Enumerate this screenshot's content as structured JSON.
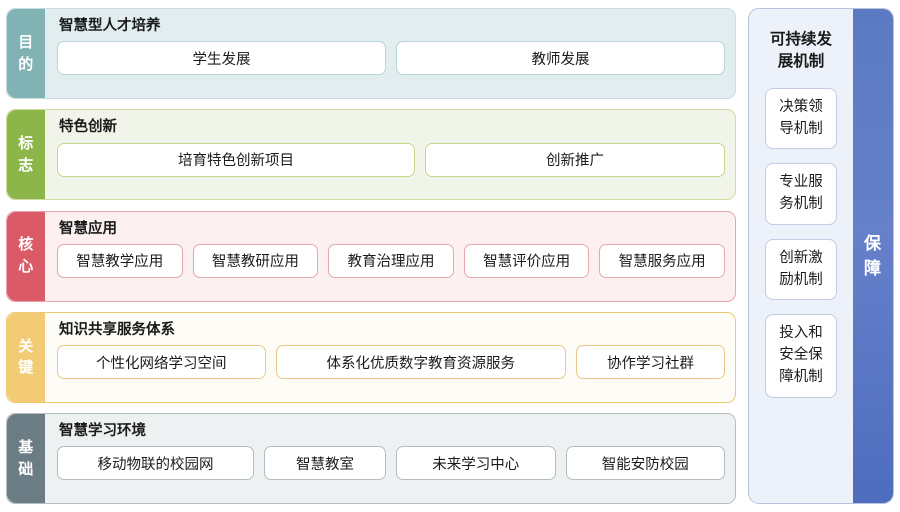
{
  "diagram": {
    "title_hidden": "",
    "layers": [
      {
        "tab_chars": [
          "目",
          "的"
        ],
        "tab_color": "#81b2b4",
        "row_bg": "#e1edef",
        "title": "智慧型人才培养",
        "chips": [
          "学生发展",
          "教师发展"
        ]
      },
      {
        "tab_chars": [
          "标",
          "志"
        ],
        "tab_color": "#8cb64a",
        "row_bg": "#f1f4e9",
        "title": "特色创新",
        "chips": [
          "培育特色创新项目",
          "创新推广"
        ]
      },
      {
        "tab_chars": [
          "核",
          "心"
        ],
        "tab_color": "#da5a68",
        "row_bg": "#fcf0f1",
        "title": "智慧应用",
        "chips": [
          "智慧教学应用",
          "智慧教研应用",
          "教育治理应用",
          "智慧评价应用",
          "智慧服务应用"
        ]
      },
      {
        "tab_chars": [
          "关",
          "键"
        ],
        "tab_color": "#f2cb74",
        "row_bg": "#fefcf6",
        "title": "知识共享服务体系",
        "chips": [
          "个性化网络学习空间",
          "体系化优质数字教育资源服务",
          "协作学习社群"
        ]
      },
      {
        "tab_chars": [
          "基",
          "础"
        ],
        "tab_color": "#6c7c85",
        "row_bg": "#eef1f1",
        "title": "智慧学习环境",
        "chips": [
          "移动物联的校园网",
          "智慧教室",
          "未来学习中心",
          "智能安防校园"
        ]
      }
    ],
    "right_column": {
      "title": "可持续发\n展机制",
      "accent_color": "#5c7ac4",
      "mechanisms": [
        "决策领\n导机制",
        "专业服\n务机制",
        "创新激\n励机制",
        "投入和\n安全保\n障机制"
      ],
      "side_label_chars": [
        "保",
        "障"
      ]
    }
  }
}
